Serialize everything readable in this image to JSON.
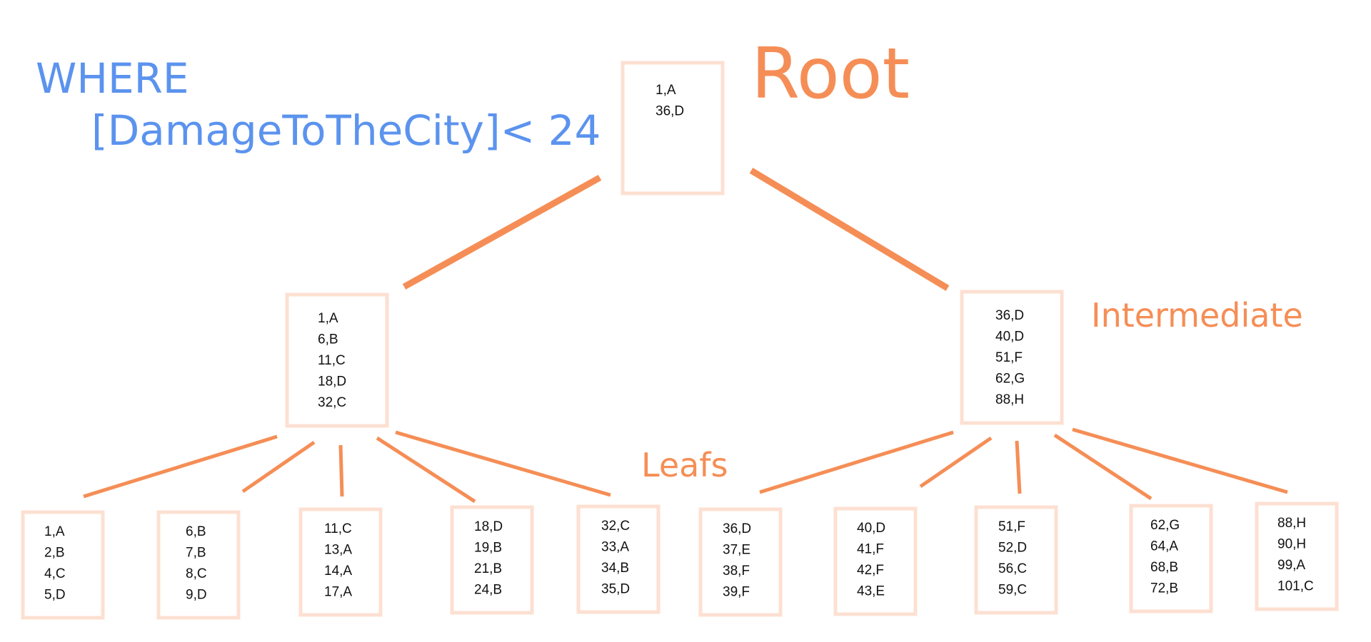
{
  "query": {
    "line1": "WHERE",
    "line2": "[DamageToTheCity]< 24"
  },
  "labels": {
    "root": "Root",
    "intermediate": "Intermediate",
    "leafs": "Leafs"
  },
  "colors": {
    "accent": "#f58e56",
    "box_border": "#fde0d2",
    "query": "#5b93ee"
  },
  "nodes": {
    "root": [
      "1,A",
      "36,D"
    ],
    "intermediate": [
      [
        "1,A",
        "6,B",
        "11,C",
        "18,D",
        "32,C"
      ],
      [
        "36,D",
        "40,D",
        "51,F",
        "62,G",
        "88,H"
      ]
    ],
    "leaves": [
      [
        "1,A",
        "2,B",
        "4,C",
        "5,D"
      ],
      [
        "6,B",
        "7,B",
        "8,C",
        "9,D"
      ],
      [
        "11,C",
        "13,A",
        "14,A",
        "17,A"
      ],
      [
        "18,D",
        "19,B",
        "21,B",
        "24,B"
      ],
      [
        "32,C",
        "33,A",
        "34,B",
        "35,D"
      ],
      [
        "36,D",
        "37,E",
        "38,F",
        "39,F"
      ],
      [
        "40,D",
        "41,F",
        "42,F",
        "43,E"
      ],
      [
        "51,F",
        "52,D",
        "56,C",
        "59,C"
      ],
      [
        "62,G",
        "64,A",
        "68,B",
        "72,B"
      ],
      [
        "88,H",
        "90,H",
        "99,A",
        "101,C"
      ]
    ]
  }
}
